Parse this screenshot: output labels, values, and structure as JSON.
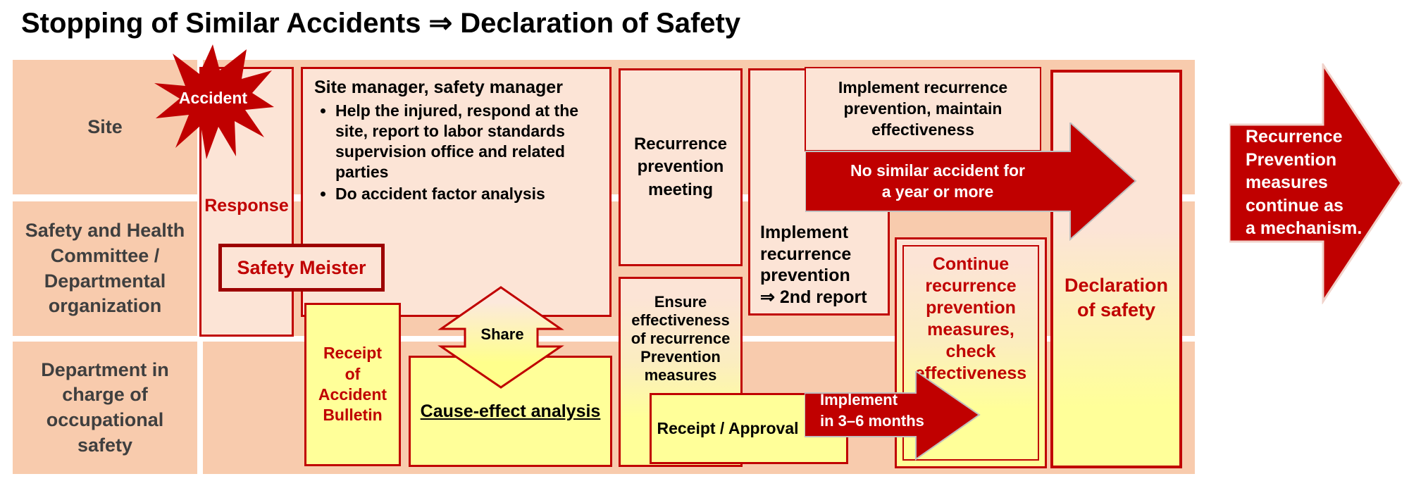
{
  "title": "Stopping of Similar Accidents ⇒ Declaration of Safety",
  "colors": {
    "accent_red": "#C00000",
    "peach_background": "#F8CBAD",
    "pale_pink_fill": "#FCE4D6",
    "yellow_fill": "#FFFF99",
    "meister_border": "#9D0000",
    "lane_label_text": "#3F3F3F"
  },
  "lanes": {
    "site": "Site",
    "committee": "Safety and Health\nCommittee /\nDepartmental\norganization",
    "department": "Department in\ncharge of\noccupational\nsafety"
  },
  "nodes": {
    "accident": "Accident",
    "response": "Response",
    "safety_meister": "Safety Meister",
    "site_manager_title": "Site manager, safety manager",
    "site_manager_bullets": [
      "Help the injured, respond at the site, report to labor standards supervision office and related parties",
      "Do accident factor analysis"
    ],
    "receipt_bulletin": "Receipt\nof\nAccident\nBulletin",
    "share": "Share",
    "cause_effect": "Cause-effect analysis",
    "recurrence_meeting": "Recurrence\nprevention\nmeeting",
    "ensure_effectiveness": "Ensure\neffectiveness\nof recurrence\nPrevention\nmeasures",
    "receipt_approval": "Receipt / Approval",
    "implement_36_months": "Implement\nin 3–6 months",
    "implement_2nd_report": "Implement\nrecurrence\nprevention\n⇒ 2nd report",
    "implement_maintain": "Implement recurrence\nprevention, maintain\neffectiveness",
    "no_similar_accident": "No similar accident for\na year or more",
    "continue_measures": "Continue\nrecurrence\nprevention\nmeasures,\ncheck\neffectiveness",
    "declaration": "Declaration\nof safety",
    "mechanism": "Recurrence\nPrevention\nmeasures\ncontinue as\na mechanism."
  }
}
